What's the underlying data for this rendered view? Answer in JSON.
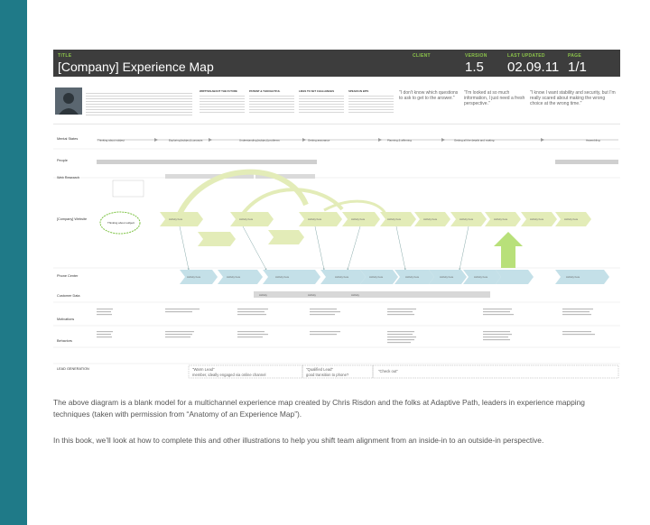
{
  "header": {
    "title_label": "TITLE",
    "title": "[Company] Experience Map",
    "client_label": "CLIENT",
    "version_label": "VERSION",
    "version": "1.5",
    "updated_label": "LAST UPDATED",
    "updated": "02.09.11",
    "page_label": "PAGE",
    "page": "1/1"
  },
  "quotes": [
    "\"I don't know which questions to ask to get to the answer.\"",
    "\"I'm looked at so much information, I just need a fresh perspective.\"",
    "\"I know I want stability and security, but I'm really scared about making the wrong choice at the wrong time.\""
  ],
  "persona_columns": [
    "WRITTEN ABOUT THE FUTURE",
    "PATIENT & THOUGHTFUL",
    "LIKES TO SET CHALLENGES",
    "SPEAKS IN BITS"
  ],
  "stages": [
    "Thinking about subject",
    "Exploring [subject] concepts",
    "Understanding [subject] problems",
    "Getting assurance",
    "Planning & affirming",
    "Getting all the details and making",
    "Assembling"
  ],
  "rows": {
    "mental_states": "Mental States",
    "people": "People",
    "web_research": "Web Research",
    "website": "[Company] Website",
    "phone_center": "Phone Center",
    "customer_data": "Customer Data",
    "motivations": "Motivations",
    "behaviors": "Behaviors",
    "lead_generation": "LEAD GENERATION"
  },
  "cloud_label": "Thinking about subject",
  "activity_label": "Activity here",
  "lead": {
    "warm_title": "\"Warm Lead\"",
    "warm_desc": "member, ideally engaged via online channel",
    "qualified_title": "\"Qualified Lead\"",
    "qualified_desc": "good transition to phone?",
    "checkout": "\"Check out\""
  },
  "customer_data_items": [
    "Activity",
    "Activity",
    "Activity"
  ],
  "caption": {
    "p1": "The above diagram is a blank model for a multichannel experience map created by Chris Risdon and the folks at Adaptive Path, leaders in experience mapping techniques (taken with permission from “Anatomy of an Experience Map”).",
    "p2": "In this book, we’ll look at how to complete this and other illustrations to help you shift team alignment from an inside-in to an outside-in perspective."
  },
  "colors": {
    "sidebar": "#1f7a88",
    "header": "#3d3d3d",
    "accent_green": "#8bc34a",
    "web_arrow": "#e3ecb8",
    "phone_arrow": "#c4e0e8"
  }
}
